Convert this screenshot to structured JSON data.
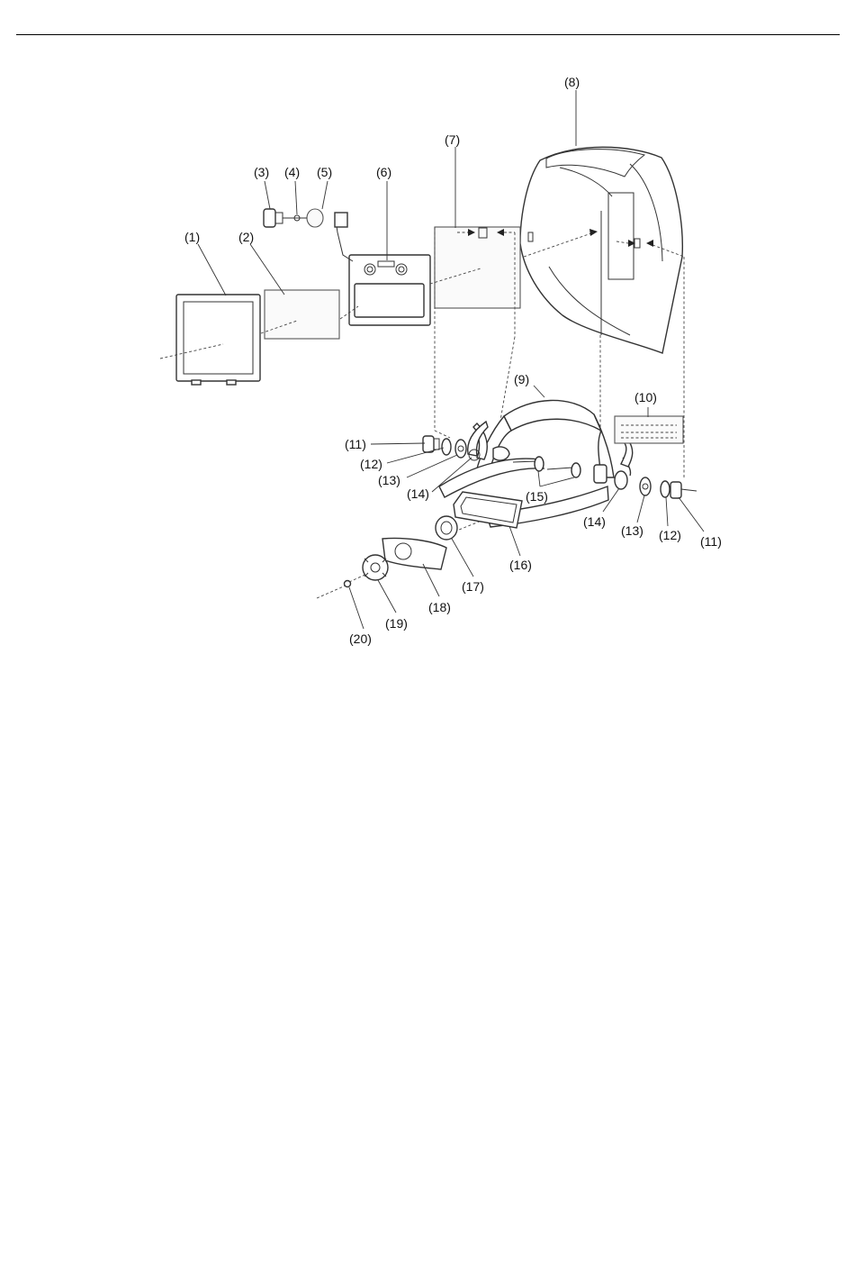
{
  "labels": {
    "p1": "(1)",
    "p2": "(2)",
    "p3": "(3)",
    "p4": "(4)",
    "p5": "(5)",
    "p6": "(6)",
    "p7": "(7)",
    "p8": "(8)",
    "p9": "(9)",
    "p10": "(10)",
    "p11_left": "(11)",
    "p12_left": "(12)",
    "p13_left": "(13)",
    "p14_left": "(14)",
    "p15": "(15)",
    "p16": "(16)",
    "p17": "(17)",
    "p18": "(18)",
    "p19": "(19)",
    "p20": "(20)",
    "p14_right": "(14)",
    "p13_right": "(13)",
    "p12_right": "(12)",
    "p11_right": "(11)"
  }
}
